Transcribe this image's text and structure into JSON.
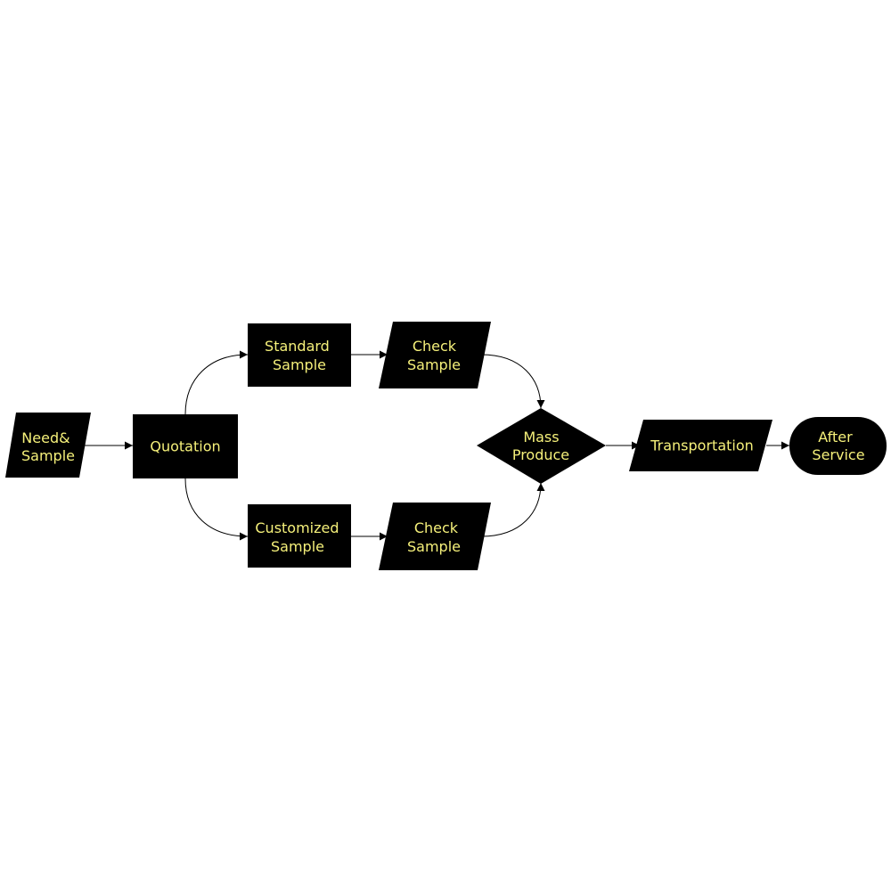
{
  "colors": {
    "node_fill": "#000000",
    "node_text": "#f5f07a",
    "edge": "#000000",
    "background": "#ffffff"
  },
  "nodes": {
    "need_sample": {
      "shape": "parallelogram",
      "lines": [
        "Need&",
        "Sample"
      ]
    },
    "quotation": {
      "shape": "rectangle",
      "lines": [
        "Quotation"
      ]
    },
    "standard_sample": {
      "shape": "rectangle",
      "lines": [
        "Standard",
        "Sample"
      ]
    },
    "check_sample_top": {
      "shape": "parallelogram",
      "lines": [
        "Check",
        "Sample"
      ]
    },
    "customized_sample": {
      "shape": "rectangle",
      "lines": [
        "Customized",
        "Sample"
      ]
    },
    "check_sample_bottom": {
      "shape": "parallelogram",
      "lines": [
        "Check",
        "Sample"
      ]
    },
    "mass_produce": {
      "shape": "diamond",
      "lines": [
        "Mass",
        "Produce"
      ]
    },
    "transportation": {
      "shape": "parallelogram",
      "lines": [
        "Transportation"
      ]
    },
    "after_service": {
      "shape": "terminator",
      "lines": [
        "After",
        "Service"
      ]
    }
  },
  "edges": [
    {
      "from": "need_sample",
      "to": "quotation"
    },
    {
      "from": "quotation",
      "to": "standard_sample"
    },
    {
      "from": "quotation",
      "to": "customized_sample"
    },
    {
      "from": "standard_sample",
      "to": "check_sample_top"
    },
    {
      "from": "customized_sample",
      "to": "check_sample_bottom"
    },
    {
      "from": "check_sample_top",
      "to": "mass_produce"
    },
    {
      "from": "check_sample_bottom",
      "to": "mass_produce"
    },
    {
      "from": "mass_produce",
      "to": "transportation"
    },
    {
      "from": "transportation",
      "to": "after_service"
    }
  ]
}
